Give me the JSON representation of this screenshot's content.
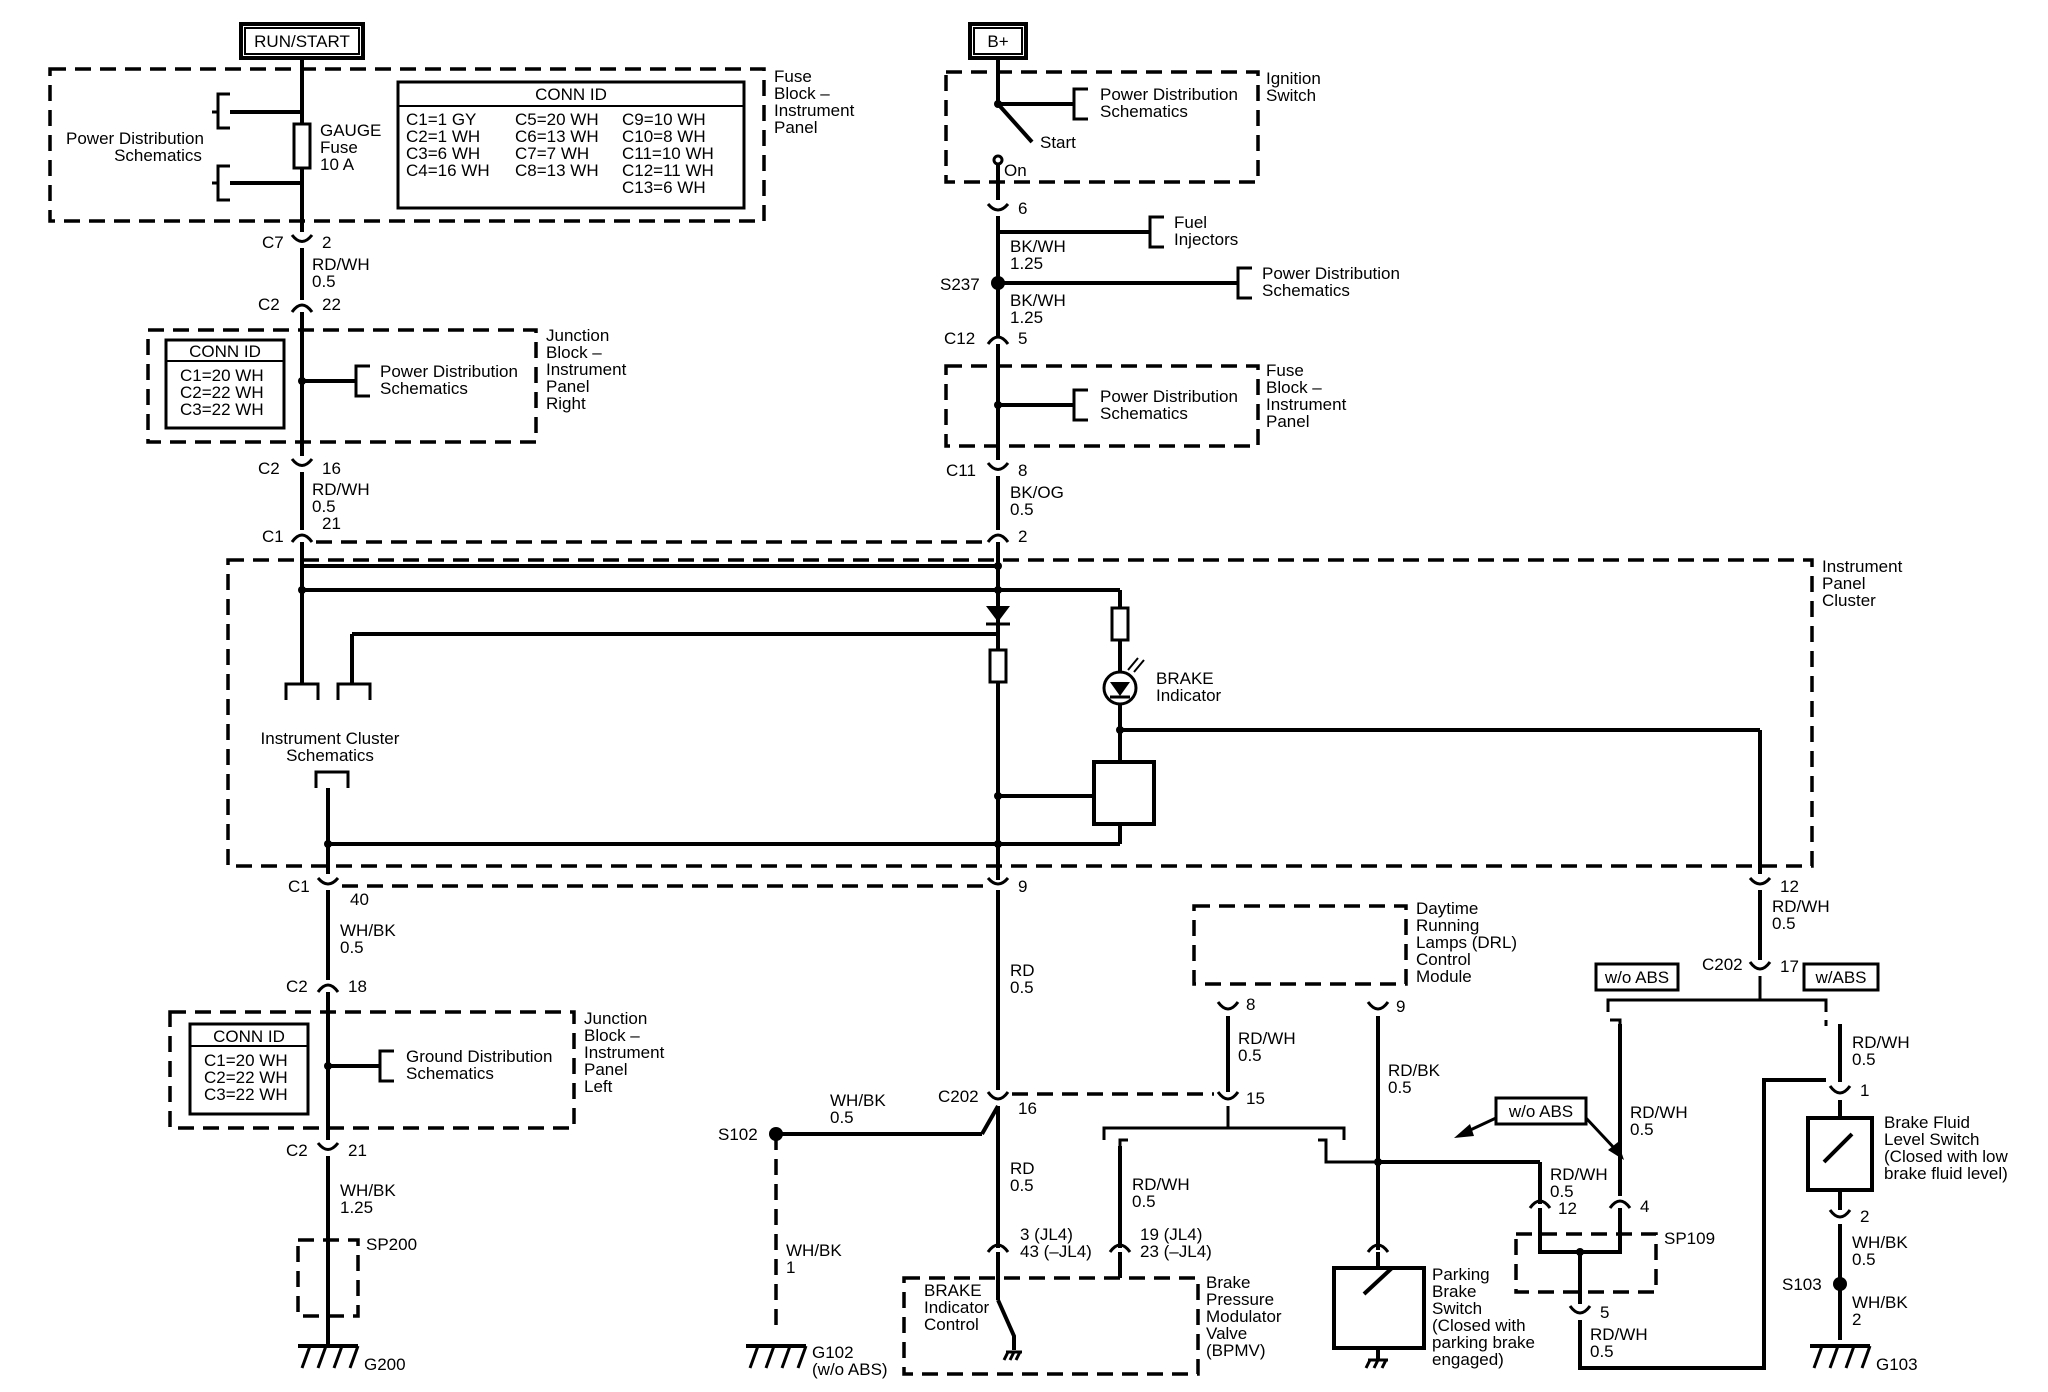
{
  "boxes": {
    "run_start": "RUN/START",
    "b_plus": "B+"
  },
  "fuse_block_ip": {
    "title": [
      "Fuse",
      "Block –",
      "Instrument",
      "Panel"
    ],
    "pds": [
      "Power Distribution",
      "Schematics"
    ],
    "fuse": [
      "GAUGE",
      "Fuse",
      "10 A"
    ],
    "conn_id_title": "CONN ID",
    "conn_col1": [
      "C1=1 GY",
      "C2=1 WH",
      "C3=6 WH",
      "C4=16 WH"
    ],
    "conn_col2": [
      "C5=20 WH",
      "C6=13 WH",
      "C7=7 WH",
      "C8=13 WH"
    ],
    "conn_col3": [
      "C9=10 WH",
      "C10=8 WH",
      "C11=10 WH",
      "C12=11 WH",
      "C13=6 WH"
    ]
  },
  "jb_right": {
    "title": [
      "Junction",
      "Block –",
      "Instrument",
      "Panel",
      "Right"
    ],
    "conn_id_title": "CONN ID",
    "conn": [
      "C1=20 WH",
      "C2=22 WH",
      "C3=22 WH"
    ],
    "pds": [
      "Power Distribution",
      "Schematics"
    ]
  },
  "jb_left": {
    "title": [
      "Junction",
      "Block –",
      "Instrument",
      "Panel",
      "Left"
    ],
    "conn_id_title": "CONN ID",
    "conn": [
      "C1=20 WH",
      "C2=22 WH",
      "C3=22 WH"
    ],
    "gds": [
      "Ground Distribution",
      "Schematics"
    ]
  },
  "ignition": {
    "title": [
      "Ignition",
      "Switch"
    ],
    "pds": [
      "Power Distribution",
      "Schematics"
    ],
    "start": "Start",
    "on": "On"
  },
  "fuel_injectors": [
    "Fuel",
    "Injectors"
  ],
  "pds_s237": [
    "Power Distribution",
    "Schematics"
  ],
  "fuse_block_right": {
    "title": [
      "Fuse",
      "Block –",
      "Instrument",
      "Panel"
    ],
    "pds": [
      "Power Distribution",
      "Schematics"
    ]
  },
  "cluster": {
    "title": [
      "Instrument",
      "Panel",
      "Cluster"
    ],
    "ics": [
      "Instrument Cluster",
      "Schematics"
    ],
    "brake": [
      "BRAKE",
      "Indicator"
    ]
  },
  "drl": [
    "Daytime",
    "Running",
    "Lamps (DRL)",
    "Control",
    "Module"
  ],
  "bpmv": {
    "title": [
      "Brake",
      "Pressure",
      "Modulator",
      "Valve",
      "(BPMV)"
    ],
    "control": [
      "BRAKE",
      "Indicator",
      "Control"
    ]
  },
  "parking_brake": [
    "Parking",
    "Brake",
    "Switch",
    "(Closed with",
    "parking brake",
    "engaged)"
  ],
  "fluid_switch": [
    "Brake Fluid",
    "Level Switch",
    "(Closed with low",
    "brake fluid level)"
  ],
  "abs": {
    "wo_abs": "w/o ABS",
    "w_abs": "w/ABS"
  },
  "grounds": {
    "g200": "G200",
    "g102": [
      "G102",
      "(w/o ABS)"
    ],
    "g103": "G103"
  },
  "splices": {
    "s237": "S237",
    "s102": "S102",
    "s103": "S103",
    "sp200": "SP200",
    "sp109": "SP109"
  },
  "connectors": {
    "c7": "C7",
    "c2a": "C2",
    "c2b": "C2",
    "c1a": "C1",
    "c1b": "C1",
    "c2c": "C2",
    "c2d": "C2",
    "c12": "C12",
    "c11": "C11",
    "c202a": "C202",
    "c202b": "C202"
  },
  "pins": {
    "p2a": "2",
    "p22": "22",
    "p16a": "16",
    "p21a": "21",
    "p40": "40",
    "p18": "18",
    "p21b": "21",
    "p6": "6",
    "p5": "5",
    "p8a": "8",
    "p2b": "2",
    "p9a": "9",
    "p16b": "16",
    "p3jl4": "3 (JL4)",
    "p43jl4": "43 (–JL4)",
    "p19jl4": "19 (JL4)",
    "p23jl4": "23 (–JL4)",
    "p8b": "8",
    "p9b": "9",
    "p15": "15",
    "p12a": "12",
    "p17": "17",
    "p12b": "12",
    "p4": "4",
    "p5b": "5",
    "p1": "1",
    "p2c": "2",
    "p2d": "2",
    "p1b": "1"
  },
  "wires": {
    "rdwh": "RD/WH",
    "g05": "0.5",
    "g125": "1.25",
    "bkwh": "BK/WH",
    "bkog": "BK/OG",
    "whbk": "WH/BK",
    "rd": "RD",
    "rdbk": "RD/BK"
  }
}
